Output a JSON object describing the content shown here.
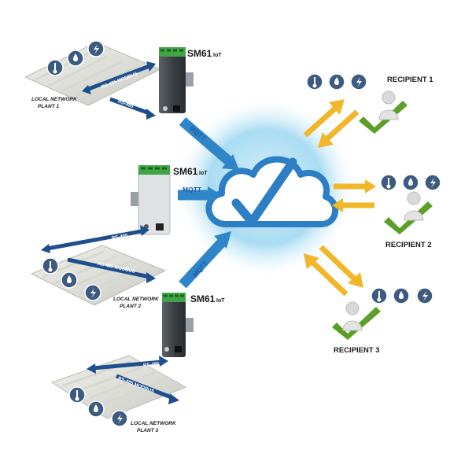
{
  "diagram": {
    "devices": [
      {
        "title": "SM61",
        "sub": "IoT"
      },
      {
        "title": "SM61",
        "sub": "IoT"
      },
      {
        "title": "SM61",
        "sub": "IoT"
      }
    ],
    "plants": [
      {
        "line1": "LOCAL NETWORK",
        "line2": "PLANT 1"
      },
      {
        "line1": "LOCAL NETWORK",
        "line2": "PLANT 2"
      },
      {
        "line1": "LOCAL NETWORK",
        "line2": "PLANT 3"
      }
    ],
    "bus_labels": [
      "RS-485 MODBUS",
      "RS-485"
    ],
    "mqtt_label": "MQTT",
    "recipients": [
      "RECIPIENT 1",
      "RECIPIENT 2",
      "RECIPIENT 3"
    ],
    "icons": [
      "thermometer-icon",
      "water-drop-icon",
      "lightning-icon"
    ],
    "colors": {
      "cloud_glow": "#9fd6f0",
      "arrow_blue": "#2e86c9",
      "bus_arrow": "#1e4f8c",
      "arrow_yellow": "#f2b629",
      "icon_circle": "#3d5a80",
      "check_green": "#5aa028"
    }
  }
}
